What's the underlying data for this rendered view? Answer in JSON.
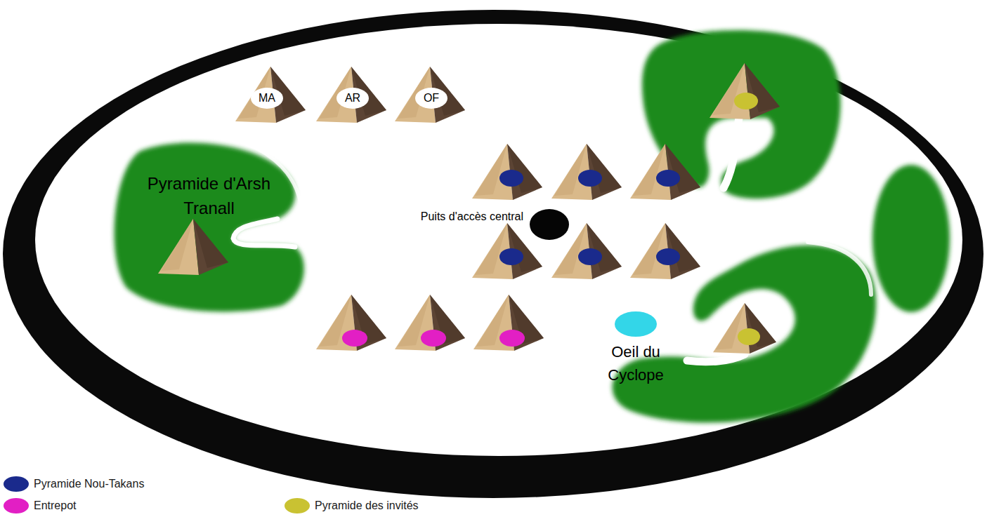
{
  "diagram": {
    "nodes": [
      {
        "text": [
          "MA"
        ]
      },
      {
        "text": [
          "AR"
        ]
      },
      {
        "text": [
          "OF"
        ]
      },
      {
        "text": [
          "Pyramide d'Arsh Tranall"
        ]
      },
      {
        "text": [
          "Puits d'accès central"
        ]
      },
      {
        "text": [
          "Oeil du Cyclope"
        ]
      }
    ],
    "legend": [
      {
        "text": "Pyramide Nou-Takans",
        "color": "#1a2a8c"
      },
      {
        "text": "Entrepot",
        "color": "#e21fc4"
      },
      {
        "text": "Pyramide des invités",
        "color": "#c9c232"
      }
    ]
  }
}
